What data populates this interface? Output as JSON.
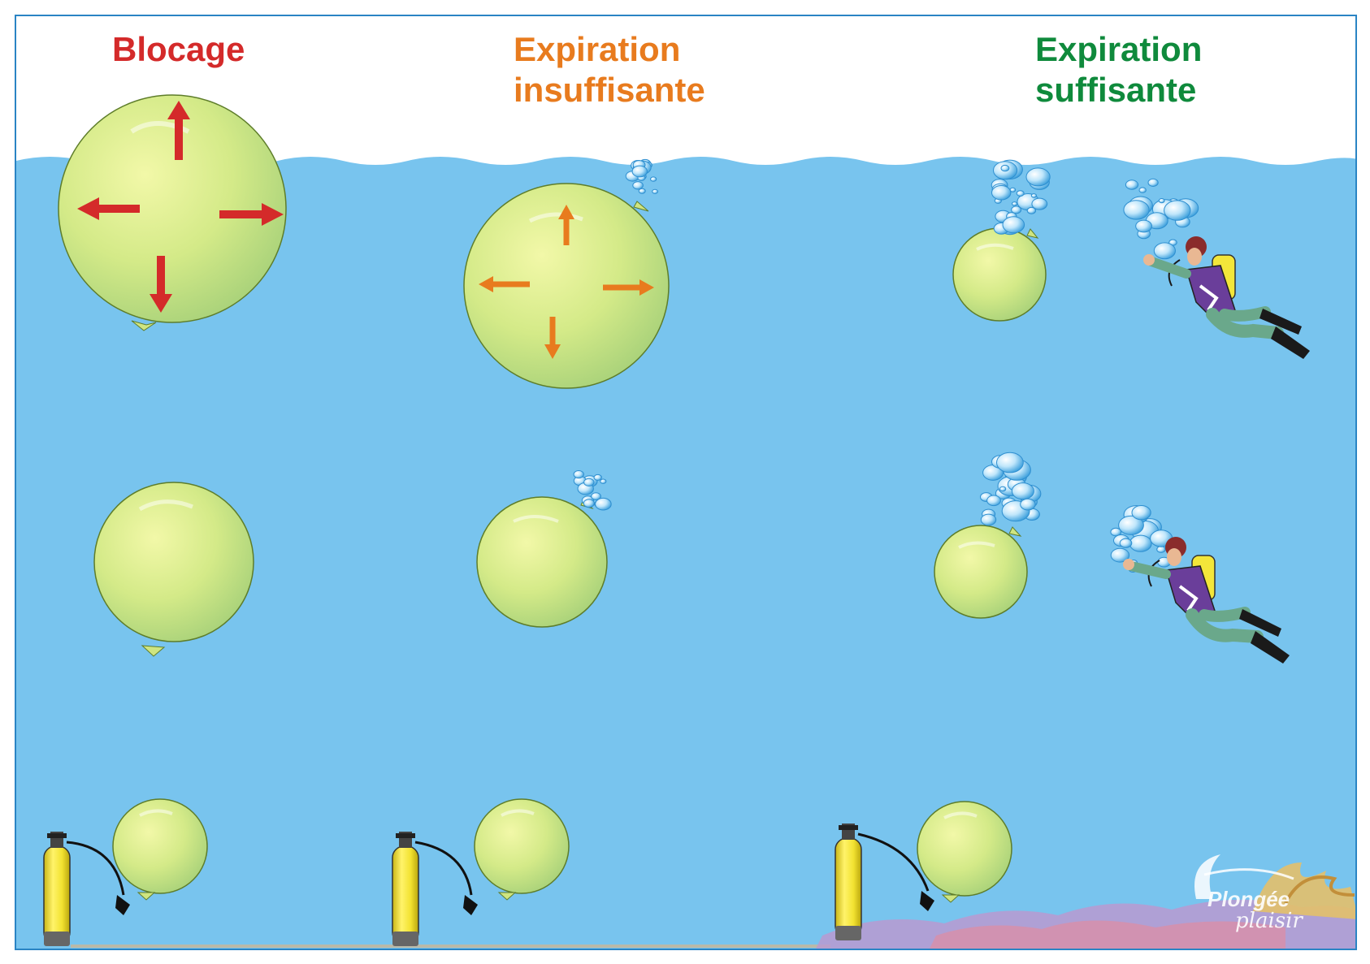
{
  "titles": {
    "blocage": {
      "text": "Blocage",
      "color": "#d42a2a"
    },
    "insuffisante": {
      "line1": "Expiration",
      "line2": "insuffisante",
      "color": "#e87b1e"
    },
    "suffisante": {
      "line1": "Expiration",
      "line2": "suffisante",
      "color": "#0f8a3c"
    }
  },
  "logo": {
    "line1": "Plongée",
    "line2": "plaisir"
  },
  "colors": {
    "water": "#78c4ee",
    "balloon_fill": "#d6ec8c",
    "balloon_edge": "#5e7d2a",
    "tank": "#f3e63a",
    "bubbles": "#6fc3ec",
    "border": "#2a84c4"
  }
}
